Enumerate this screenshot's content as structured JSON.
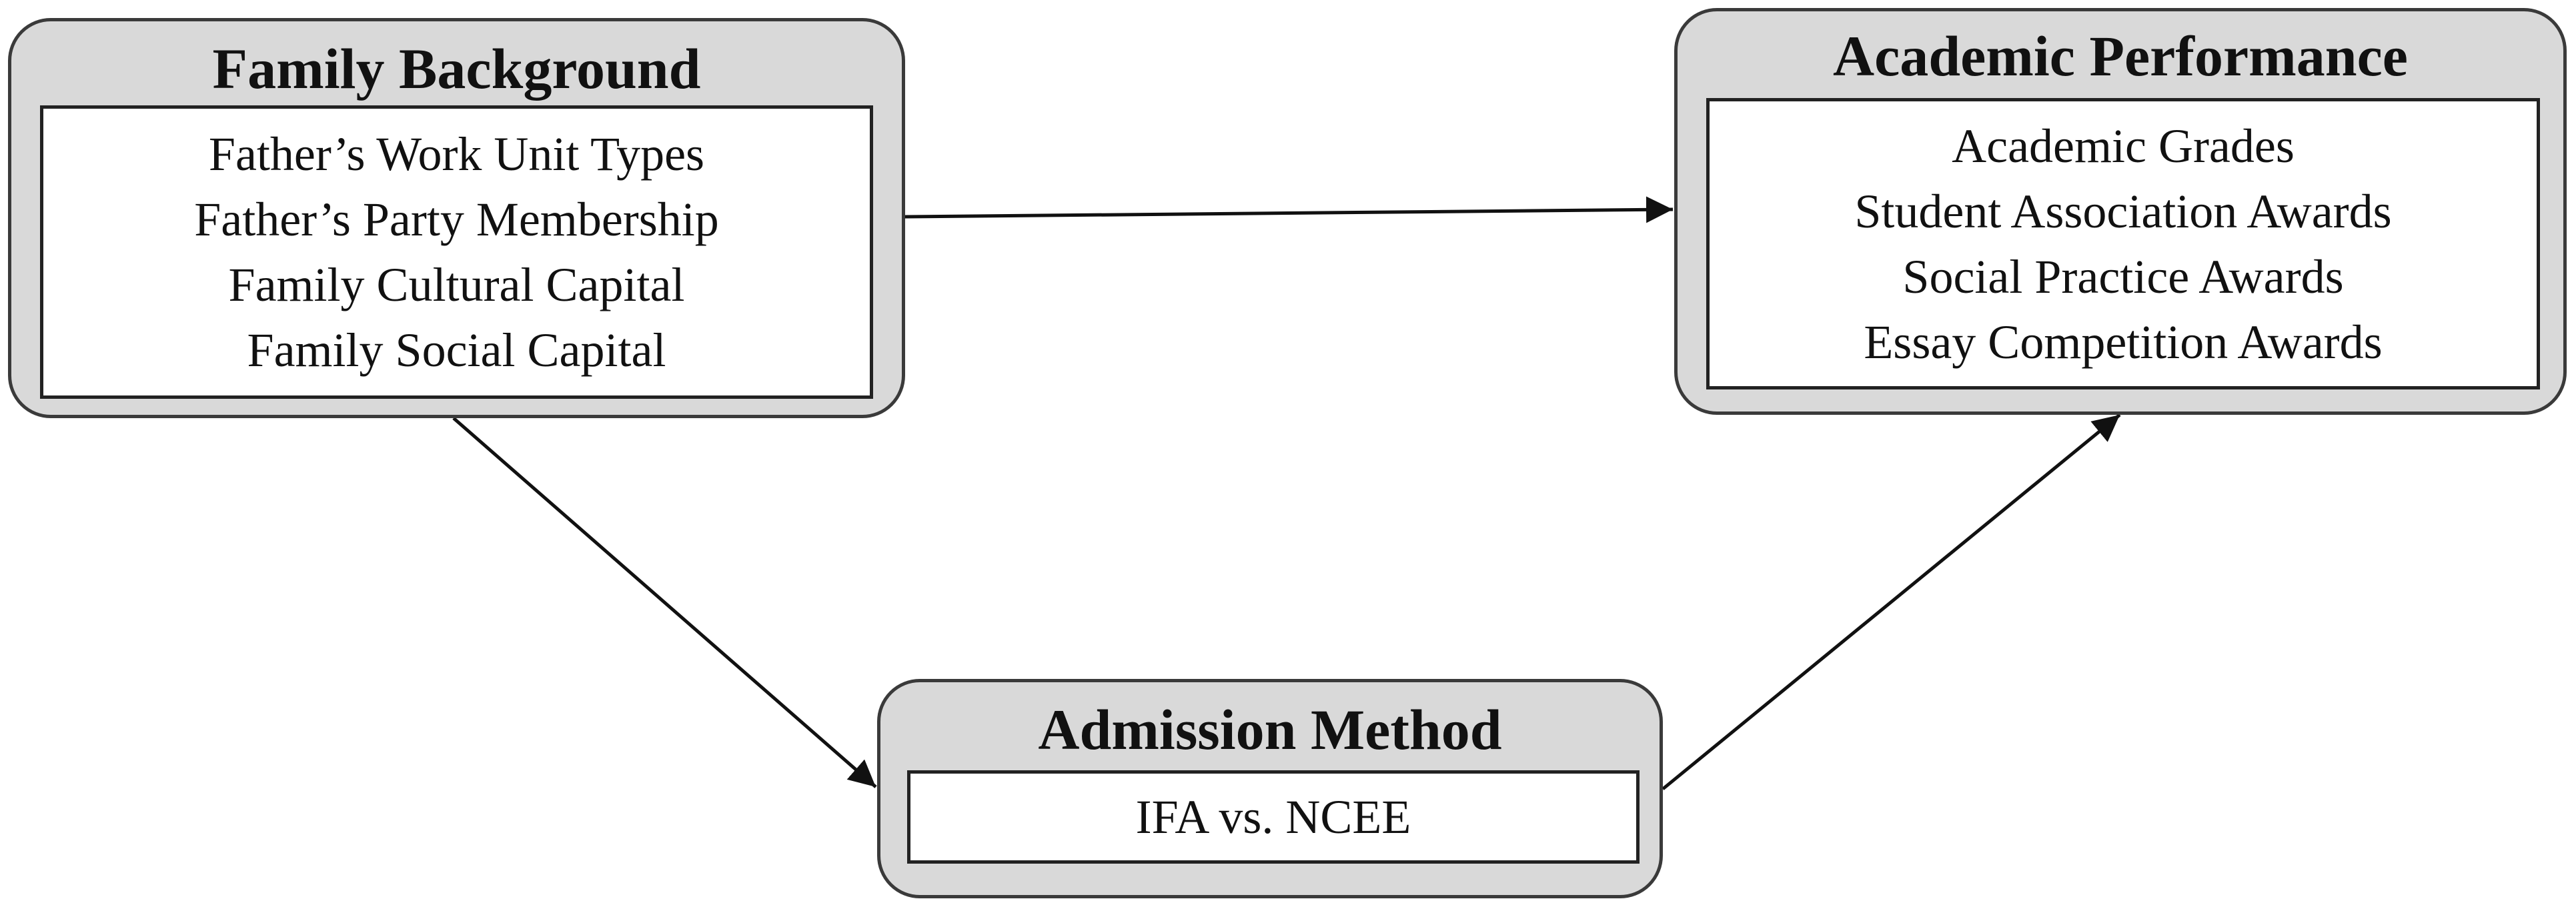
{
  "diagram": {
    "nodes": {
      "family_background": {
        "title": "Family Background",
        "items": [
          "Father’s Work Unit Types",
          "Father’s Party Membership",
          "Family Cultural Capital",
          "Family Social Capital"
        ]
      },
      "academic_performance": {
        "title": "Academic Performance",
        "items": [
          "Academic Grades",
          "Student Association Awards",
          "Social Practice Awards",
          "Essay Competition Awards"
        ]
      },
      "admission_method": {
        "title": "Admission Method",
        "items": [
          "IFA vs. NCEE"
        ]
      }
    },
    "edges": [
      {
        "from": "Family Background",
        "to": "Academic Performance"
      },
      {
        "from": "Family Background",
        "to": "Admission Method"
      },
      {
        "from": "Admission Method",
        "to": "Academic Performance"
      }
    ],
    "colors": {
      "node_fill": "#d9d9d9",
      "node_border": "#3a3a3a",
      "inner_fill": "#ffffff",
      "arrow": "#111111"
    }
  }
}
